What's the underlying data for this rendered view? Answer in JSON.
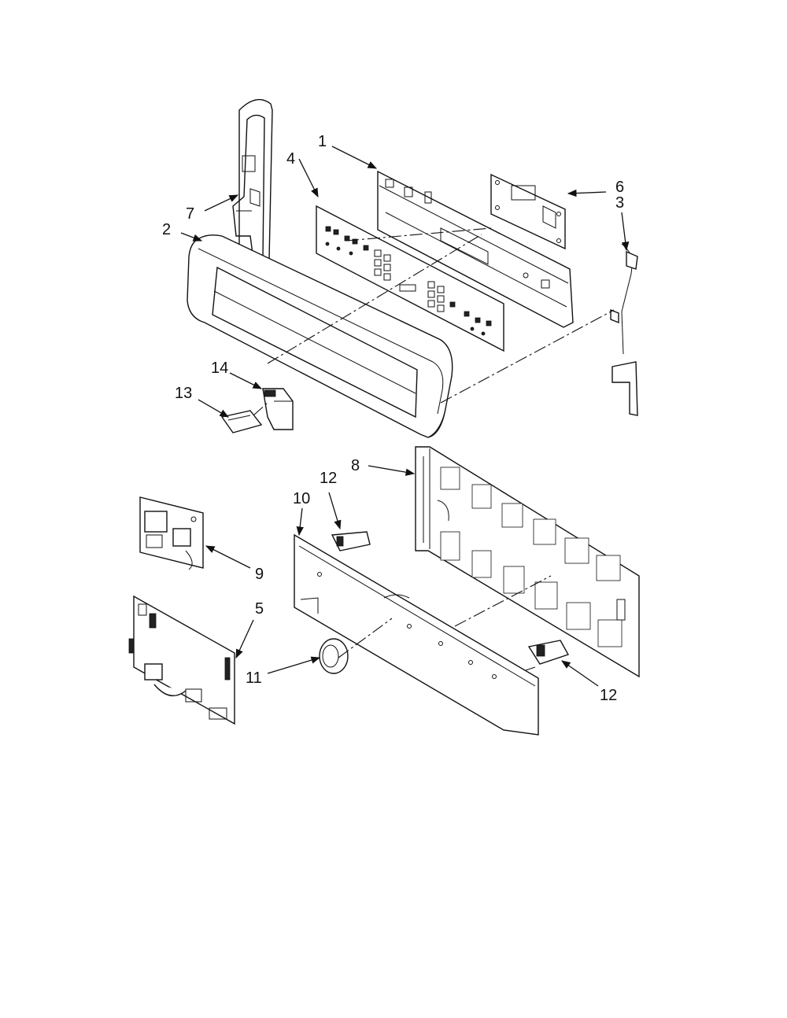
{
  "callouts": [
    {
      "id": "1",
      "label": "1"
    },
    {
      "id": "2",
      "label": "2"
    },
    {
      "id": "3",
      "label": "3"
    },
    {
      "id": "4",
      "label": "4"
    },
    {
      "id": "5",
      "label": "5"
    },
    {
      "id": "6",
      "label": "6"
    },
    {
      "id": "7",
      "label": "7"
    },
    {
      "id": "8",
      "label": "8"
    },
    {
      "id": "9",
      "label": "9"
    },
    {
      "id": "10",
      "label": "10"
    },
    {
      "id": "11",
      "label": "11"
    },
    {
      "id": "12a",
      "label": "12"
    },
    {
      "id": "12b",
      "label": "12"
    },
    {
      "id": "13",
      "label": "13"
    },
    {
      "id": "14",
      "label": "14"
    }
  ]
}
